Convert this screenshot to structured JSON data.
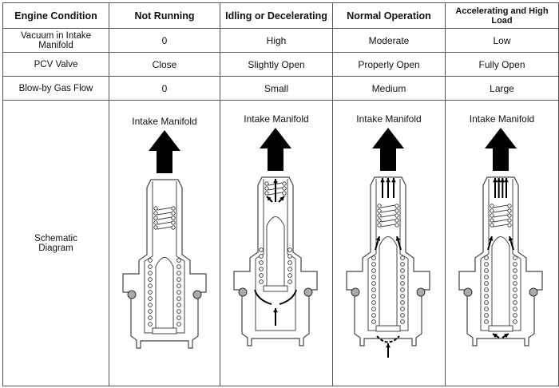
{
  "headers": [
    "Engine Condition",
    "Not Running",
    "Idling or Decelerating",
    "Normal Operation",
    "Accelerating and High Load"
  ],
  "rows": [
    {
      "label": "Vacuum in Intake Manifold",
      "values": [
        "0",
        "High",
        "Moderate",
        "Low"
      ]
    },
    {
      "label": "PCV Valve",
      "values": [
        "Close",
        "Slightly Open",
        "Properly Open",
        "Fully Open"
      ]
    },
    {
      "label": "Blow-by Gas Flow",
      "values": [
        "0",
        "Small",
        "Medium",
        "Large"
      ]
    }
  ],
  "diagram_row": {
    "label_line1": "Schematic",
    "label_line2": "Diagram",
    "caption": "Intake Manifold"
  }
}
